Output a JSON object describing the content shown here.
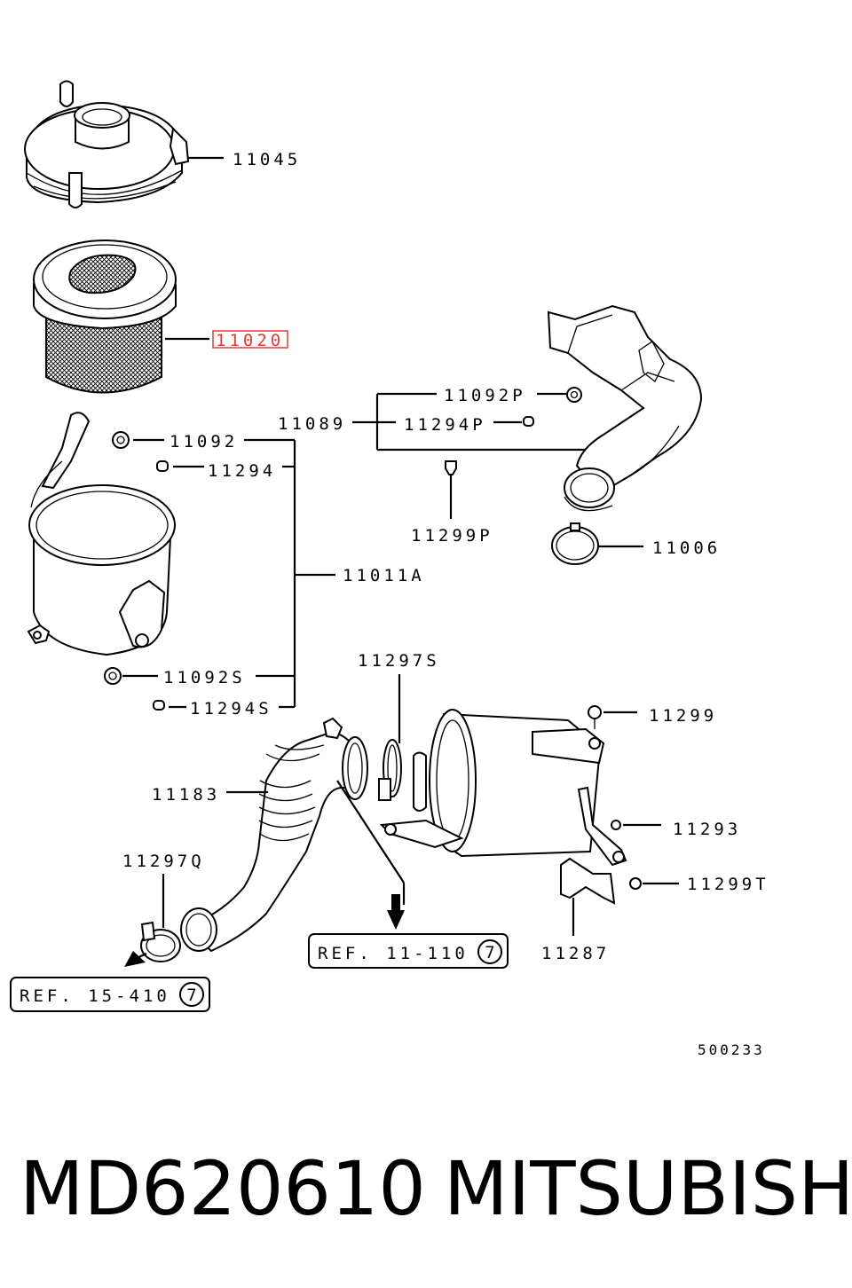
{
  "callouts": {
    "c11045": "11045",
    "c11020": "11020",
    "c11092": "11092",
    "c11294": "11294",
    "c11011a": "11011A",
    "c11092s": "11092S",
    "c11294s": "11294S",
    "c11089": "11089",
    "c11092p": "11092P",
    "c11294p": "11294P",
    "c11299p": "11299P",
    "c11006": "11006",
    "c11297s": "11297S",
    "c11299": "11299",
    "c11293": "11293",
    "c11299t": "11299T",
    "c11183": "11183",
    "c11297q": "11297Q",
    "c11287": "11287"
  },
  "refs": {
    "ref1_text": "REF. 11-110",
    "ref1_num": "7",
    "ref2_text": "REF. 15-410",
    "ref2_num": "7"
  },
  "drawing_code": "500233",
  "footer": {
    "part_number": "MD620610",
    "brand": "MITSUBISHI"
  },
  "highlight_color": "#e53935"
}
